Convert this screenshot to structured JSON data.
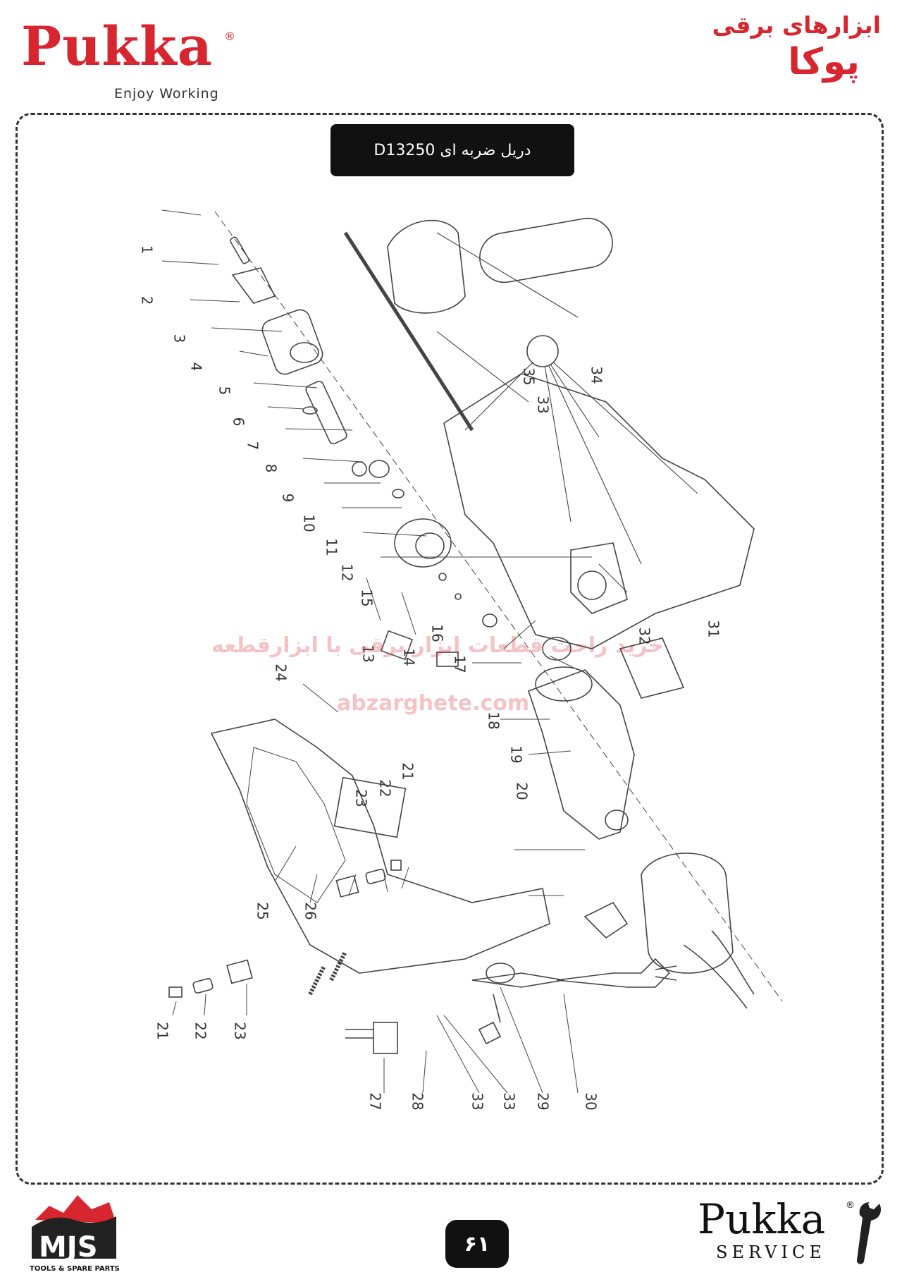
{
  "header": {
    "brand": "Pukka",
    "registered": "®",
    "tagline": "Enjoy Working",
    "fa_line1": "ابزارهای برقی",
    "fa_line2": "پوکا"
  },
  "title": "دریل ضربه ای D13250",
  "watermark": {
    "fa": "خرید راحت قطعات ابزار برقی با ابزارقطعه",
    "url": "abzarghete.com"
  },
  "part_numbers": [
    "1",
    "2",
    "3",
    "4",
    "5",
    "6",
    "7",
    "8",
    "9",
    "10",
    "11",
    "12",
    "13",
    "14",
    "15",
    "16",
    "17",
    "18",
    "19",
    "20",
    "21",
    "22",
    "23",
    "24",
    "25",
    "26",
    "21",
    "22",
    "23",
    "27",
    "28",
    "33",
    "33",
    "29",
    "30",
    "31",
    "32",
    "33",
    "34",
    "35"
  ],
  "footer": {
    "mjs_text": "MJS",
    "mjs_sub": "TOOLS & SPARE PARTS",
    "page_number": "۶۱",
    "service_brand": "Pukka",
    "service_reg": "®",
    "service_sub": "SERVICE"
  },
  "colors": {
    "brand_red": "#d7262f",
    "dark": "#111111"
  }
}
